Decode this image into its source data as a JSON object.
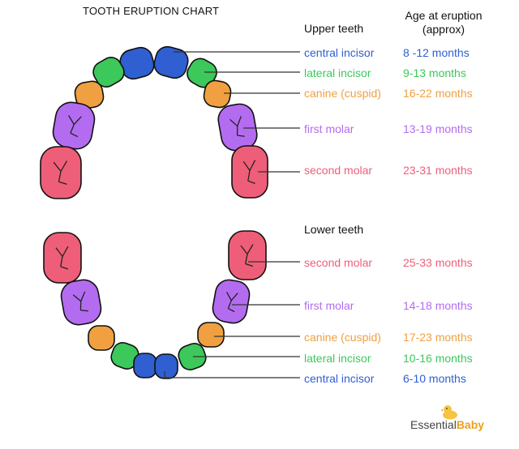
{
  "title": "TOOTH ERUPTION CHART",
  "age_header": "Age at eruption (approx)",
  "colors": {
    "central_incisor": "#2f5fd0",
    "lateral_incisor": "#3cc85a",
    "canine": "#f0a040",
    "first_molar": "#b36cf0",
    "second_molar": "#ef5e78",
    "outline": "#111111",
    "leader": "#333333"
  },
  "upper": {
    "header": "Upper teeth",
    "rows": [
      {
        "tooth": "central incisor",
        "age": "8 -12 months",
        "color": "#2f5fd0"
      },
      {
        "tooth": "lateral incisor",
        "age": "9-13 months",
        "color": "#3cc85a"
      },
      {
        "tooth": "canine (cuspid)",
        "age": "16-22 months",
        "color": "#f0a040"
      },
      {
        "tooth": "first molar",
        "age": "13-19 months",
        "color": "#b36cf0"
      },
      {
        "tooth": "second molar",
        "age": "23-31 months",
        "color": "#ef5e78"
      }
    ]
  },
  "lower": {
    "header": "Lower teeth",
    "rows": [
      {
        "tooth": "second molar",
        "age": "25-33 months",
        "color": "#ef5e78"
      },
      {
        "tooth": "first molar",
        "age": "14-18 months",
        "color": "#b36cf0"
      },
      {
        "tooth": "canine (cuspid)",
        "age": "17-23 months",
        "color": "#f0a040"
      },
      {
        "tooth": "lateral incisor",
        "age": "10-16 months",
        "color": "#3cc85a"
      },
      {
        "tooth": "central incisor",
        "age": "6-10 months",
        "color": "#2f5fd0"
      }
    ]
  },
  "logo": {
    "part1": "Essential",
    "part2": "Baby",
    "icon": "duck-icon"
  }
}
